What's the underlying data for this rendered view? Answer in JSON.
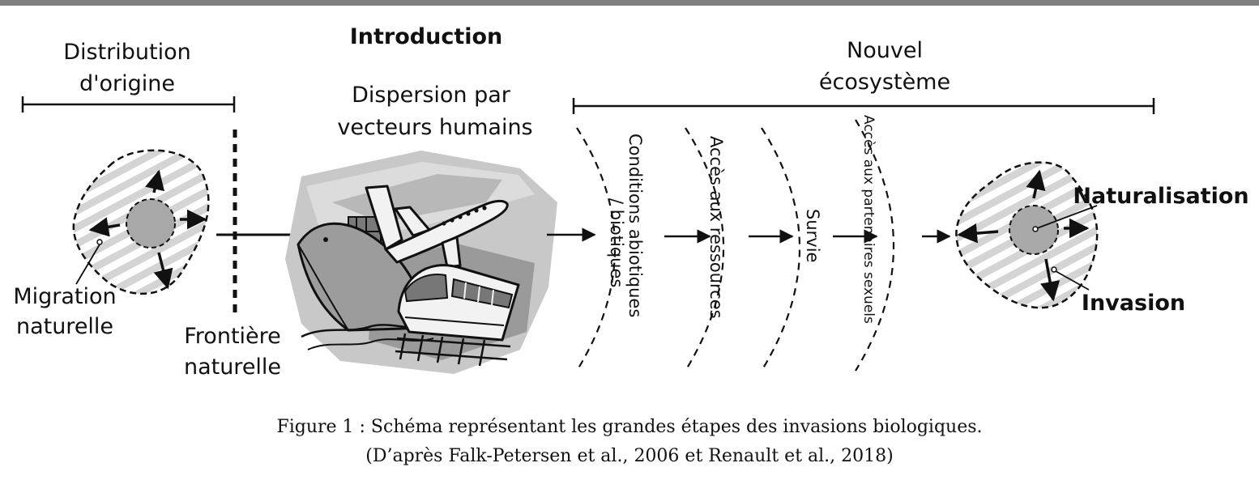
{
  "sections": {
    "origin": [
      "Distribution",
      "d'origine"
    ],
    "introduction": "Introduction",
    "dispersion": [
      "Dispersion par",
      "vecteurs humains"
    ],
    "new_ecosystem": [
      "Nouvel",
      "écosystème"
    ]
  },
  "labels": {
    "migration": [
      "Migration",
      "naturelle"
    ],
    "frontier": [
      "Frontière",
      "naturelle"
    ],
    "naturalisation": "Naturalisation",
    "invasion": "Invasion"
  },
  "barriers": {
    "conditions": [
      "Conditions abiotiques",
      "/ biotiques"
    ],
    "resources": "Accès aux ressources",
    "survival": "Survie",
    "partners": "Accès aux partenaires sexuels"
  },
  "caption": {
    "line1": "Figure 1 : Schéma représentant les grandes étapes des invasions biologiques.",
    "line2": "(D’après Falk-Petersen et al., 2006 et Renault et al., 2018)"
  },
  "colors": {
    "ink": "#111111",
    "gray_fill": "#a8a8a8",
    "hatch": "#d4d4d4",
    "top_rule": "#808080"
  },
  "icons": [
    "airplane-icon",
    "ship-icon",
    "train-icon"
  ]
}
